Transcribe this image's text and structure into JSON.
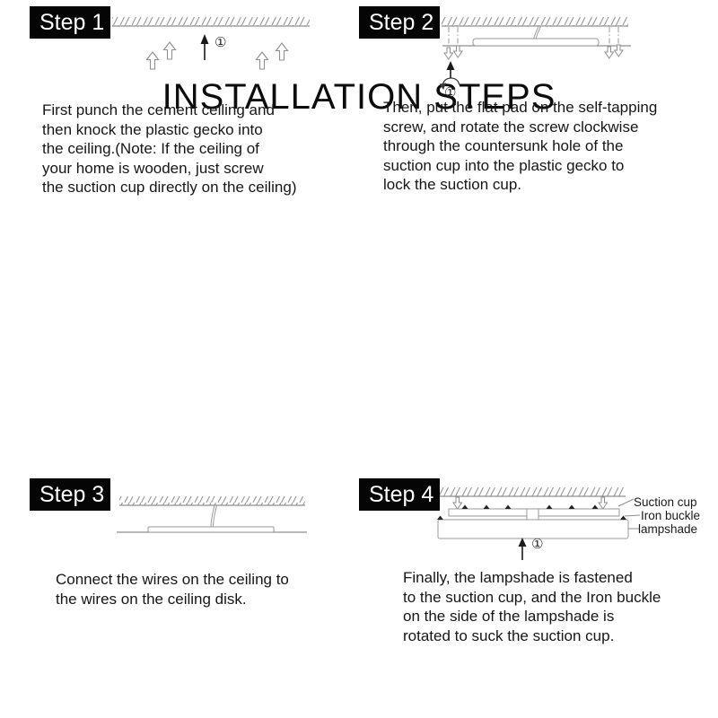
{
  "title": "INSTALLATION STEPS",
  "steps": [
    {
      "label": "Step 1",
      "marker": "①",
      "description": "First punch the cement ceiling and\nthen knock the plastic gecko into\nthe ceiling.(Note: If the ceiling of\nyour home is wooden, just screw\nthe suction cup directly on the ceiling)"
    },
    {
      "label": "Step 2",
      "marker": "①",
      "description": "Then, put the flat pad on the self-tapping\nscrew, and rotate the screw clockwise\nthrough the countersunk hole of the\nsuction cup into the plastic gecko to\nlock the suction cup."
    },
    {
      "label": "Step 3",
      "description": "Connect the wires on the ceiling to\nthe wires on the ceiling disk."
    },
    {
      "label": "Step 4",
      "marker": "①",
      "description": "Finally, the lampshade is fastened\nto the suction cup, and the Iron buckle\non the side of the lampshade is\nrotated to suck the suction cup.",
      "diagram_labels": {
        "suction_cup": "Suction cup",
        "iron_buckle": "Iron buckle",
        "lampshade": "lampshade"
      }
    }
  ],
  "colors": {
    "line_gray": "#8f8f8f",
    "badge_black": "#050505",
    "arrow_black": "#1a1a1a"
  }
}
